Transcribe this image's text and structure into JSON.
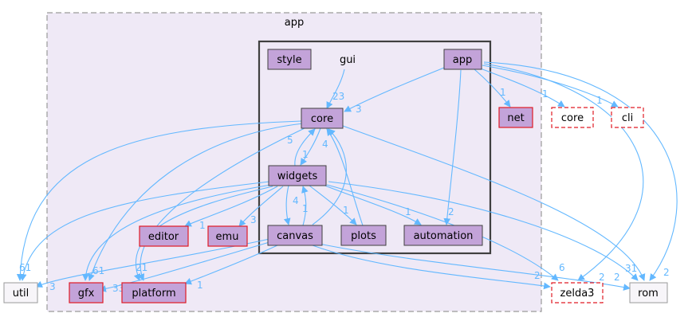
{
  "colors": {
    "cluster_outer_fill": "#efe9f6",
    "cluster_outer_stroke": "#9a9a9a",
    "cluster_inner_fill": "#efe9f6",
    "cluster_inner_stroke": "#404040",
    "module_fill": "#c3a3d9",
    "module_stroke_dark": "#404040",
    "module_stroke_red": "#e01b24",
    "external_fill": "#ffffff",
    "plain_fill": "#f7f5f9",
    "edge": "#63b8ff"
  },
  "clusters": {
    "outer_label": "app",
    "inner_label": "gui"
  },
  "nodes": {
    "style": "style",
    "app_inner": "app",
    "core_inner": "core",
    "widgets": "widgets",
    "canvas": "canvas",
    "plots": "plots",
    "automation": "automation",
    "net": "net",
    "core_ext": "core",
    "cli": "cli",
    "editor": "editor",
    "emu": "emu",
    "util": "util",
    "gfx": "gfx",
    "platform": "platform",
    "zelda3": "zelda3",
    "rom": "rom"
  },
  "edge_labels": {
    "gui_core": "23",
    "app_core": "3",
    "app_net": "1",
    "app_core_ext": "1",
    "app_cli": "1",
    "app_automation": "2",
    "widgets_core": "5",
    "core_widgets": "1",
    "canvas_core": "4",
    "widgets_canvas": "4",
    "canvas_widgets": "1",
    "widgets_plots": "1",
    "widgets_automation": "1",
    "widgets_editor": "1",
    "widgets_emu": "3",
    "util_count": "61",
    "gfx_count": "61",
    "platform_count": "21",
    "gfx_canvas": "33",
    "canvas_util": "3",
    "canvas_platform": "1",
    "zelda3_a": "6",
    "zelda3_b": "2",
    "zelda3_c": "2",
    "rom_a": "2",
    "rom_b": "31",
    "rom_app": "2"
  }
}
